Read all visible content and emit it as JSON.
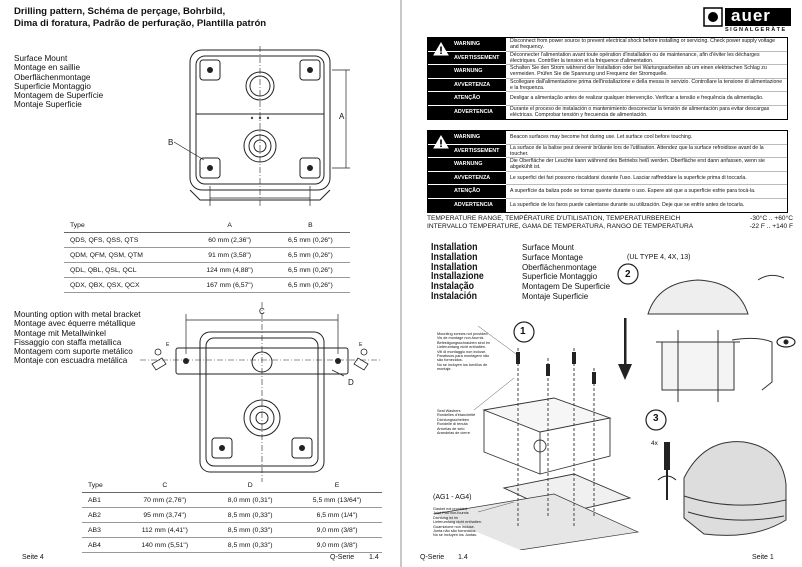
{
  "left_page": {
    "title_lines": [
      "Drilling pattern, Schéma de perçage, Bohrbild,",
      "Dima di foratura, Padrão de perfuração, Plantilla patrón"
    ],
    "surface_mount_lines": [
      "Surface Mount",
      "Montage en saillie",
      "Oberflächenmontage",
      "Superficie Montaggio",
      "Montagem de Superfície",
      "Montaje Superficie"
    ],
    "drawing1_labels": {
      "a": "A",
      "b": "B"
    },
    "table1": {
      "headers": [
        "Type",
        "A",
        "B"
      ],
      "rows": [
        [
          "QDS, QFS, QSS, QTS",
          "60 mm (2,36\")",
          "6,5 mm (0,26\")"
        ],
        [
          "QDM, QFM, QSM, QTM",
          "91 mm (3,58\")",
          "6,5 mm (0,26\")"
        ],
        [
          "QDL, QBL, QSL, QCL",
          "124 mm (4,88\")",
          "6,5 mm (0,26\")"
        ],
        [
          "QDX, QBX, QSX, QCX",
          "167 mm (6,57\")",
          "6,5 mm (0,26\")"
        ]
      ]
    },
    "bracket_lines": [
      "Mounting option with metal bracket",
      "Montage avec équerre métallique",
      "Montage mit Metallwinkel",
      "Fissaggio con staffa metallica",
      "Montagem com suporte metálico",
      "Montaje con escuadra metálica"
    ],
    "drawing2_labels": {
      "c": "C",
      "d": "D",
      "e": "E"
    },
    "table2": {
      "headers": [
        "Type",
        "C",
        "D",
        "E"
      ],
      "rows": [
        [
          "AB1",
          "70 mm (2,76\")",
          "8,0 mm (0,31\")",
          "5,5 mm  (13/64\")"
        ],
        [
          "AB2",
          "95 mm (3,74\")",
          "8,5 mm (0,33\")",
          "6,5 mm (1/4\")"
        ],
        [
          "AB3",
          "112 mm (4,41\")",
          "8,5 mm (0,33\")",
          "9,0 mm (3/8\")"
        ],
        [
          "AB4",
          "140 mm (5,51\")",
          "8,5 mm (0,33\")",
          "9,0 mm (3/8\")"
        ]
      ]
    },
    "footer_left": "Seite 4",
    "footer_right": "Q-Serie",
    "footer_version": "1.4"
  },
  "right_page": {
    "logo_word": "auer",
    "logo_sub": "SIGNALGERÄTE",
    "warning_box_1": [
      {
        "label": "WARNING",
        "text": "Disconnect from power source to prevent electrical shock before installing or servicing. Check power supply voltage and frequency."
      },
      {
        "label": "AVERTISSEMENT",
        "text": "Déconnecter l'alimentation avant toute opération d'installation ou de maintenance, afin d'éviter les décharges électriques. Contrôler la tension et la fréquence d'alimentation."
      },
      {
        "label": "WARNUNG",
        "text": "Schalten Sie den Strom während der Installation oder bei Wartungsarbeiten ab um einen elektrischen Schlag zu vermeiden. Prüfen Sie die Spannung und Frequenz der Stromquelle."
      },
      {
        "label": "AVVERTENZA",
        "text": "Scollegare dall'alimentazione prima dell'installazione e della messa in servizio. Controllare la tensione di alimentazione e la frequenza."
      },
      {
        "label": "ATENÇÃO",
        "text": "Desligar a alimentação antes de realizar qualquer intervenção. Verificar a tensão e frequência da alimentação."
      },
      {
        "label": "ADVERTENCIA",
        "text": "Durante el proceso de instalación o mantenimiento desconectar la tensión de alimentación para evitar descargas eléctricas. Comprobar tensión y frecuencia de alimentación."
      }
    ],
    "warning_box_2": [
      {
        "label": "WARNING",
        "text": "Beacon surfaces may become hot during use. Let surface cool before touching."
      },
      {
        "label": "AVERTISSEMENT",
        "text": "La surface de la balise peut devenir brûlante lors de l'utilisation. Attendez que la surface refroidisse avant de la toucher."
      },
      {
        "label": "WARNUNG",
        "text": "Die Oberfläche der Leuchte kann während des Betriebs heiß werden. Oberfläche erst dann anfassen, wenn sie abgekühlt ist."
      },
      {
        "label": "AVVERTENZA",
        "text": "Le superfici dei fari possono riscaldarsi durante l'uso. Lasciar raffreddare la superficie prima di toccarla."
      },
      {
        "label": "ATENÇÃO",
        "text": "A superfície da baliza pode se tornar quente durante o uso. Espere até que a superfície esfrie para tocá-la."
      },
      {
        "label": "ADVERTENCIA",
        "text": "La superficie de los faros puede calentarse durante su utilización. Deje que se enfríe antes de tocarla."
      }
    ],
    "temperature": {
      "line1": "TEMPERATURE RANGE, TEMPÉRATURE D'UTILISATION, TEMPERATURBEREICH",
      "line2": "INTERVALLO TEMPERATURE,  GAMA DE TEMPERATURA, RANGO DE TEMPERATURA",
      "value1": "-30°C .. +60°C",
      "value2": "-22 F .. +140 F"
    },
    "installation_words": [
      "Installation",
      "Installation",
      "Installation",
      "Installazione",
      "Instalação",
      "Instalación"
    ],
    "installation_desc": [
      "Surface Mount",
      "Surface Montage",
      "Oberflächenmontage",
      "Superficie Montaggio",
      "Montagem De Superficie",
      "Montaje Superficie"
    ],
    "ul_type": "(UL TYPE 4, 4X, 13)",
    "steps": [
      "1",
      "2",
      "3"
    ],
    "mounting_screws_note": [
      "Mounting screws not provided",
      "Vis de montage non-fournis",
      "Befestigungsschrauben sind im",
      "Lieferumfang nicht enthalten.",
      "Viti di montaggio non incluse.",
      "Parafusos para montagem não",
      "são fornecidos.",
      "No se incluyen los tornillos de",
      "montaje."
    ],
    "seal_washers_note": [
      "Seal Washers",
      "Rondelles d'étanchéité",
      "Dichtungsscheiben",
      "Rondelle di tenuta",
      "Arruelas de selo",
      "Arandelas de cierre"
    ],
    "ag_label": "(AG1 - AG4)",
    "gasket_note": [
      "Gasket not provided",
      "Joint Plat non-fournis",
      "Dichtung ist im",
      "Lieferumfang nicht enthalten.",
      "Guarnizione non incluse.",
      "Junta não são fornecidos.",
      "No se incluyen los Juntas."
    ],
    "screwdriver_label": "4x",
    "footer_left": "Q-Serie",
    "footer_version": "1.4",
    "footer_right": "Seite 1"
  }
}
